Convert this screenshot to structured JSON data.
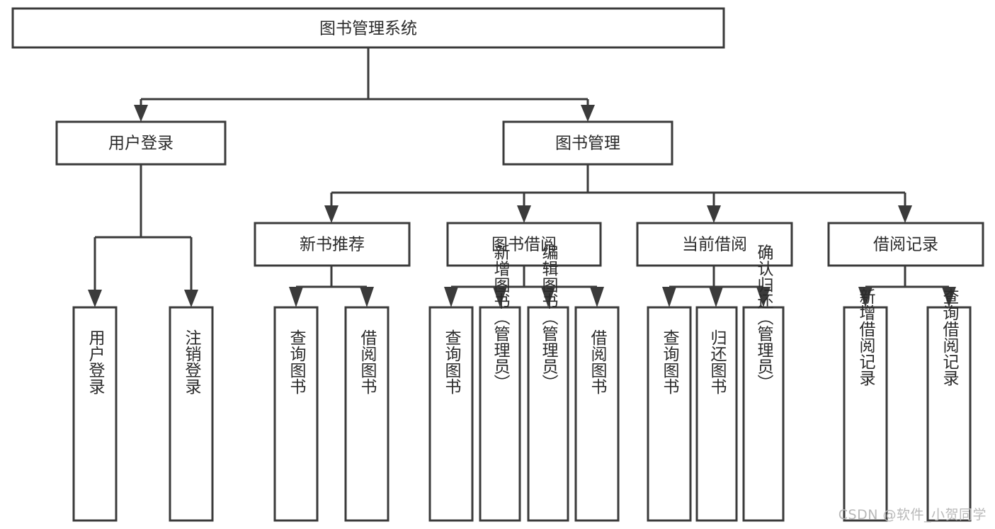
{
  "diagram": {
    "title": "图书管理系统",
    "type": "hierarchy-tree",
    "root": {
      "id": "root",
      "label": "图书管理系统",
      "orientation": "horizontal"
    },
    "level1": [
      {
        "id": "user-login",
        "label": "用户登录",
        "orientation": "horizontal"
      },
      {
        "id": "book-manage",
        "label": "图书管理",
        "orientation": "horizontal"
      }
    ],
    "level2": [
      {
        "id": "new-book-recommend",
        "label": "新书推荐",
        "parent": "book-manage",
        "orientation": "horizontal"
      },
      {
        "id": "book-borrow",
        "label": "图书借阅",
        "parent": "book-manage",
        "orientation": "horizontal"
      },
      {
        "id": "current-borrow",
        "label": "当前借阅",
        "parent": "book-manage",
        "orientation": "horizontal"
      },
      {
        "id": "borrow-record",
        "label": "借阅记录",
        "parent": "book-manage",
        "orientation": "horizontal"
      }
    ],
    "leaves": [
      {
        "id": "leaf-user-login",
        "label": "用户登录",
        "parent": "user-login",
        "orientation": "vertical"
      },
      {
        "id": "leaf-logout-login",
        "label": "注销登录",
        "parent": "user-login",
        "orientation": "vertical"
      },
      {
        "id": "leaf-query-book-1",
        "label": "查询图书",
        "parent": "new-book-recommend",
        "orientation": "vertical"
      },
      {
        "id": "leaf-borrow-book-1",
        "label": "借阅图书",
        "parent": "new-book-recommend",
        "orientation": "vertical"
      },
      {
        "id": "leaf-query-book-2",
        "label": "查询图书",
        "parent": "book-borrow",
        "orientation": "vertical"
      },
      {
        "id": "leaf-add-book",
        "label": "新增图书（管理员）",
        "parent": "book-borrow",
        "orientation": "vertical"
      },
      {
        "id": "leaf-edit-book",
        "label": "编辑图书（管理员）",
        "parent": "book-borrow",
        "orientation": "vertical"
      },
      {
        "id": "leaf-borrow-book-2",
        "label": "借阅图书",
        "parent": "book-borrow",
        "orientation": "vertical"
      },
      {
        "id": "leaf-query-book-3",
        "label": "查询图书",
        "parent": "current-borrow",
        "orientation": "vertical"
      },
      {
        "id": "leaf-return-book",
        "label": "归还图书",
        "parent": "current-borrow",
        "orientation": "vertical"
      },
      {
        "id": "leaf-confirm-return",
        "label": "确认归还（管理员）",
        "parent": "current-borrow",
        "orientation": "vertical"
      },
      {
        "id": "leaf-add-record",
        "label": "新增借阅记录",
        "parent": "borrow-record",
        "orientation": "vertical"
      },
      {
        "id": "leaf-query-record",
        "label": "查询借阅记录",
        "parent": "borrow-record",
        "orientation": "vertical"
      }
    ]
  },
  "watermark": {
    "text": "CSDN @软件_小贺同学"
  },
  "colors": {
    "stroke": "#3b3b3b",
    "box_fill": "#ffffff",
    "text": "#2a2a2a",
    "watermark": "#b9b9b9",
    "background": "#ffffff"
  }
}
